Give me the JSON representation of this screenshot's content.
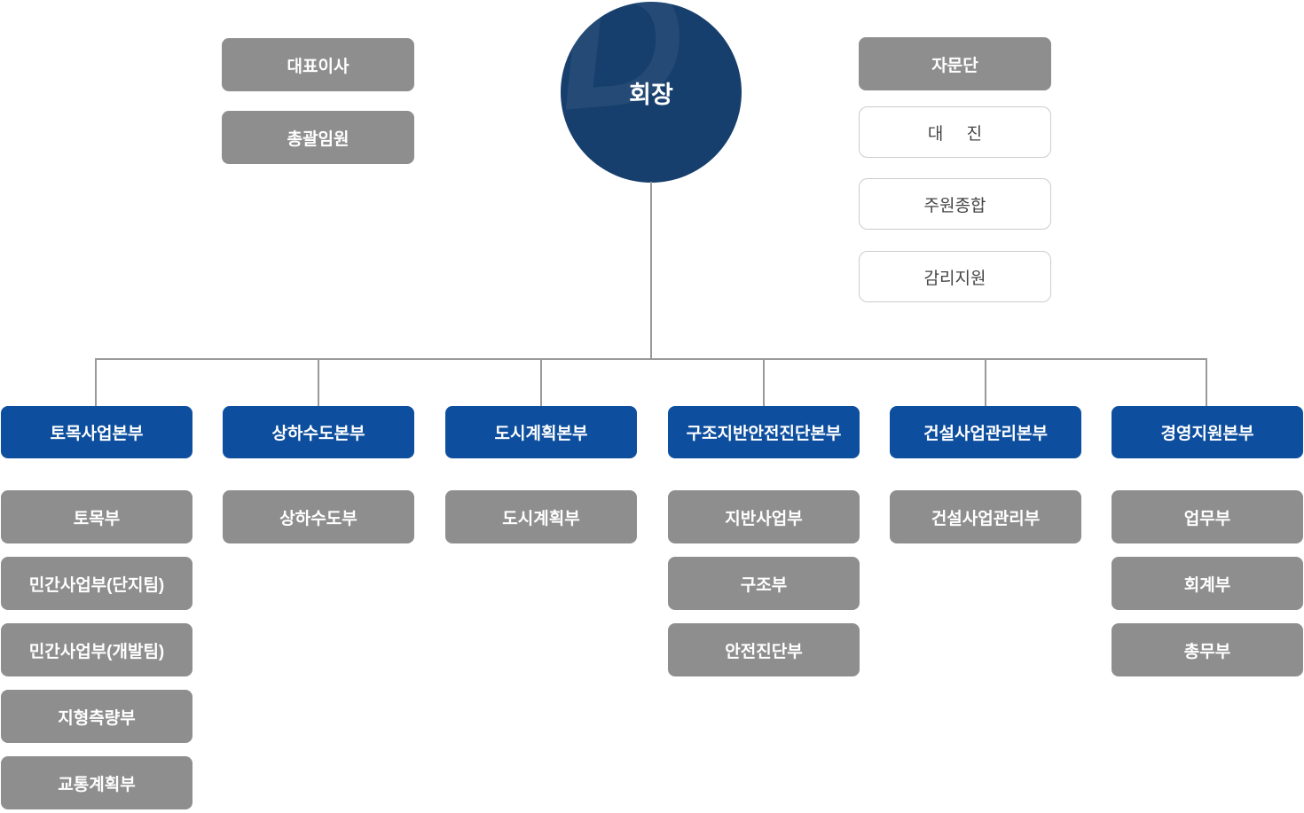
{
  "colors": {
    "navy": "#173f6d",
    "blue": "#0d4f9e",
    "gray": "#8e8e8e",
    "line": "#999999",
    "wbox-border": "#cccccc",
    "wbox-text": "#444444"
  },
  "chairman": {
    "label": "회장",
    "watermark_letter": "D"
  },
  "executives": [
    {
      "label": "대표이사"
    },
    {
      "label": "총괄임원"
    }
  ],
  "advisory": {
    "head": "자문단",
    "members": [
      "대     진",
      "주원종합",
      "감리지원"
    ]
  },
  "divisions": [
    {
      "label": "토목사업본부",
      "departments": [
        "토목부",
        "민간사업부(단지팀)",
        "민간사업부(개발팀)",
        "지형측량부",
        "교통계획부"
      ]
    },
    {
      "label": "상하수도본부",
      "departments": [
        "상하수도부"
      ]
    },
    {
      "label": "도시계획본부",
      "departments": [
        "도시계획부"
      ]
    },
    {
      "label": "구조지반안전진단본부",
      "departments": [
        "지반사업부",
        "구조부",
        "안전진단부"
      ]
    },
    {
      "label": "건설사업관리본부",
      "departments": [
        "건설사업관리부"
      ]
    },
    {
      "label": "경영지원본부",
      "departments": [
        "업무부",
        "회계부",
        "총무부"
      ]
    }
  ]
}
